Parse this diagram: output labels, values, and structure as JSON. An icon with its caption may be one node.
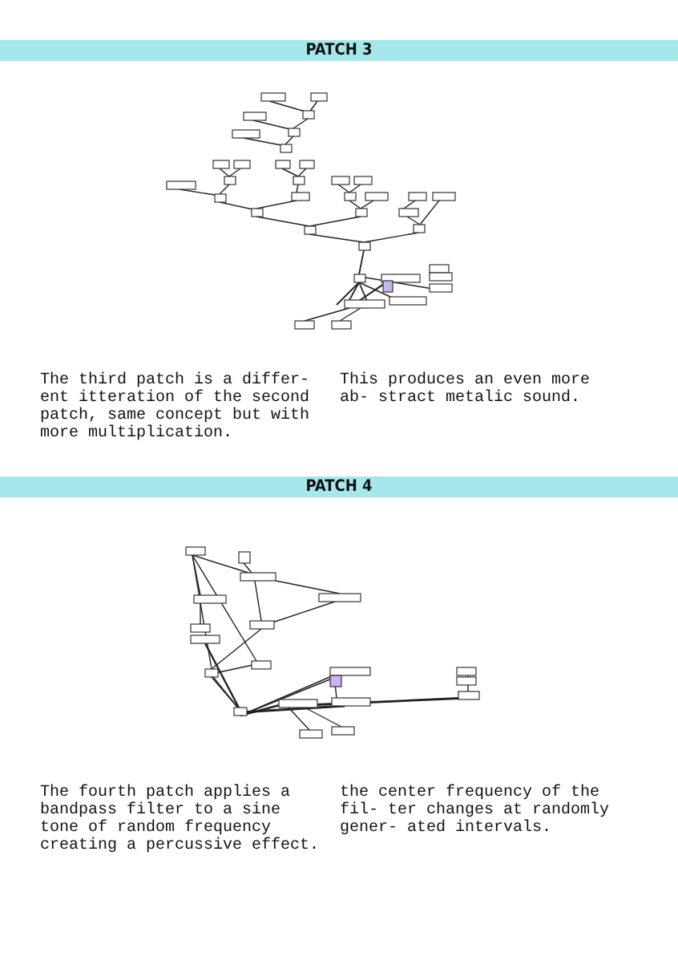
{
  "diagram": {
    "labels": [
      "PATCH 3",
      "The third patch is a differ- ent itteration of the second patch, same concept but with more multiplication.",
      "This produces an even more ab- stract metalic sound.",
      "PATCH 4",
      "The fourth patch applies a bandpass filter to a sine tone of random frequency creating a percussive effect.",
      "the center frequency of the fil- ter changes at randomly gener- ated intervals."
    ]
  }
}
